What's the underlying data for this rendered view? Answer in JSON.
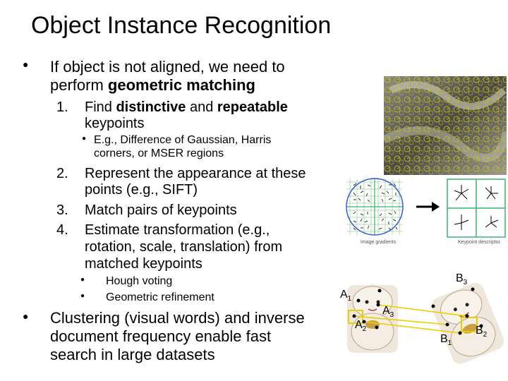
{
  "slide": {
    "title": "Object Instance Recognition",
    "bullet1": {
      "line1": "If object is not aligned, we need to",
      "line2_pre": "perform ",
      "line2_bold": "geometric matching"
    },
    "step1": {
      "num": "1.",
      "pre": "Find ",
      "bold1": "distinctive",
      "mid": " and ",
      "bold2": "repeatable",
      "line2": "keypoints"
    },
    "step1_sub": {
      "line1": "E.g., Difference of Gaussian, Harris",
      "line2": "corners, or MSER regions"
    },
    "step2": {
      "num": "2.",
      "line1": "Represent the appearance at these",
      "line2": "points (e.g., SIFT)"
    },
    "step3": {
      "num": "3.",
      "line1": "Match pairs of keypoints"
    },
    "step4": {
      "num": "4.",
      "line1": "Estimate transformation (e.g.,",
      "line2": "rotation, scale, translation) from",
      "line3": "matched keypoints"
    },
    "step4_subs": [
      "Hough voting",
      "Geometric refinement"
    ],
    "bullet2": {
      "line1": "Clustering (visual words) and inverse",
      "line2": "document frequency enable fast",
      "line3": "search in large datasets"
    }
  },
  "figures": {
    "gradients_caption": "Image gradients",
    "descriptor_caption": "Keypoint descriptor",
    "match_labels": {
      "A": "A",
      "B": "B",
      "sub1": "1",
      "sub2": "2",
      "sub3": "3"
    }
  },
  "colors": {
    "circle": "#3a5bd0",
    "grid": "#3cb371",
    "arrow": "#000000",
    "match_line": "#e8d000",
    "keypoint": "#000000"
  }
}
